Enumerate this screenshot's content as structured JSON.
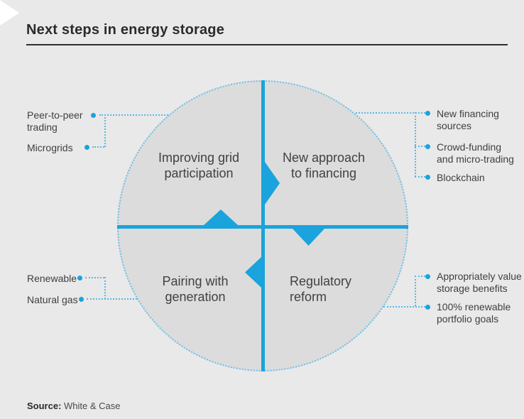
{
  "header": {
    "title": "Next steps in energy storage"
  },
  "quadrants": {
    "top_left": {
      "lines": [
        "Improving grid",
        "participation"
      ]
    },
    "top_right": {
      "lines": [
        "New approach",
        "to financing"
      ]
    },
    "bottom_left": {
      "lines": [
        "Pairing with",
        "generation"
      ]
    },
    "bottom_right": {
      "lines": [
        "Regulatory",
        "reform"
      ]
    }
  },
  "callouts": {
    "top_left": [
      {
        "lines": [
          "Peer-to-peer",
          "trading"
        ]
      },
      {
        "lines": [
          "Microgrids"
        ]
      }
    ],
    "bottom_left": [
      {
        "lines": [
          "Renewable"
        ]
      },
      {
        "lines": [
          "Natural gas"
        ]
      }
    ],
    "top_right": [
      {
        "lines": [
          "New financing",
          "sources"
        ]
      },
      {
        "lines": [
          "Crowd-funding",
          "and micro-trading"
        ]
      },
      {
        "lines": [
          "Blockchain"
        ]
      }
    ],
    "bottom_right": [
      {
        "lines": [
          "Appropriately value",
          "storage benefits"
        ]
      },
      {
        "lines": [
          "100% renewable",
          "portfolio goals"
        ]
      }
    ]
  },
  "footer": {
    "source_label": "Source:",
    "source_value": "White & Case"
  },
  "colors": {
    "accent_blue": "#1aa3dc",
    "leader_blue": "#5ab8e5",
    "circle_fill": "#dcdcdc",
    "background": "#e9e9e9",
    "title_text": "#2b2b2b",
    "label_text": "#414141"
  }
}
